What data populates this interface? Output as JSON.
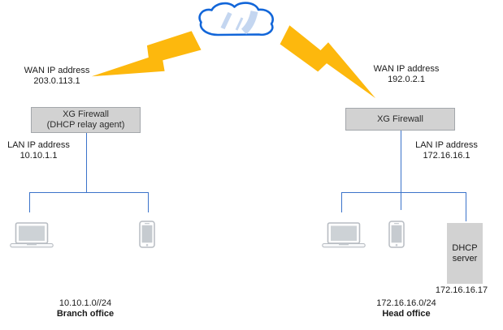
{
  "colors": {
    "connector_blue": "#3B73CA",
    "cloud_stroke": "#1266D9",
    "cloud_highlight": "#C4D6F0",
    "lightning_yellow": "#FDB80D",
    "node_gray_fill": "#D2D2D2",
    "node_gray_border": "#A3A7AB",
    "device_gray": "#C9CED3"
  },
  "left_site": {
    "wan_label": "WAN IP address",
    "wan_ip": "203.0.113.1",
    "firewall_line1": "XG Firewall",
    "firewall_line2": "(DHCP relay agent)",
    "lan_label": "LAN IP address",
    "lan_ip": "10.10.1.1",
    "subnet": "10.10.1.0//24",
    "site_name": "Branch office"
  },
  "right_site": {
    "wan_label": "WAN IP address",
    "wan_ip": "192.0.2.1",
    "firewall_line1": "XG Firewall",
    "lan_label": "LAN IP address",
    "lan_ip": "172.16.16.1",
    "dhcp_line1": "DHCP",
    "dhcp_line2": "server",
    "dhcp_ip": "172.16.16.17",
    "subnet": "172.16.16.0/24",
    "site_name": "Head office"
  }
}
